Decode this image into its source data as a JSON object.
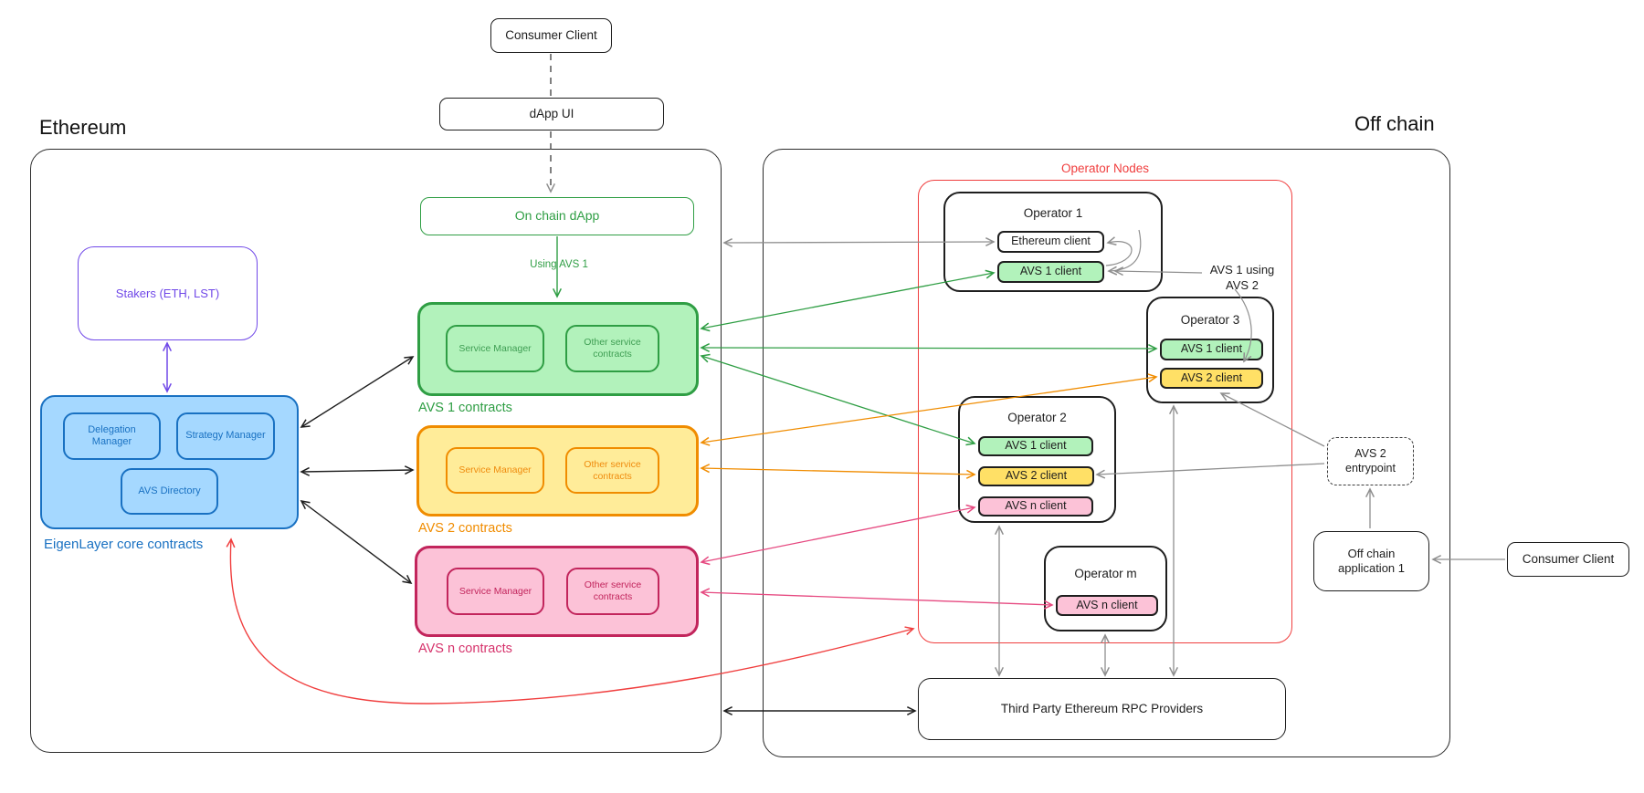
{
  "colors": {
    "green": "#2f9e44",
    "green_fill": "#b2f2bb",
    "orange": "#f08c00",
    "yellow_fill": "#ffec99",
    "yellow_client": "#ffe066",
    "crimson": "#c2255c",
    "pink": "#e64980",
    "pink_fill": "#fcc2d7",
    "blue": "#1971c2",
    "blue_fill": "#a5d8ff",
    "purple": "#7048e8",
    "red": "#f03e3e",
    "gray": "#8f8f8f",
    "black": "#1e1e1e"
  },
  "top": {
    "consumer_client": "Consumer Client",
    "dapp_ui": "dApp UI",
    "on_chain_dapp": "On chain dApp",
    "using_avs1": "Using AVS 1"
  },
  "ethereum": {
    "label": "Ethereum",
    "stakers": "Stakers (ETH, LST)",
    "core": {
      "label": "EigenLayer core contracts",
      "delegation": "Delegation\nManager",
      "strategy": "Strategy Manager",
      "directory": "AVS Directory"
    },
    "avs1": {
      "caption": "AVS 1 contracts",
      "service_manager": "Service Manager",
      "other_contracts": "Other service\ncontracts"
    },
    "avs2": {
      "caption": "AVS 2 contracts",
      "service_manager": "Service Manager",
      "other_contracts": "Other service\ncontracts"
    },
    "avsn": {
      "caption": "AVS n contracts",
      "service_manager": "Service Manager",
      "other_contracts": "Other service\ncontracts"
    }
  },
  "offchain": {
    "label": "Off chain",
    "operator_nodes": "Operator Nodes",
    "operator1": {
      "title": "Operator 1",
      "clients": [
        "Ethereum client",
        "AVS 1 client"
      ]
    },
    "operator3": {
      "title": "Operator 3",
      "clients": [
        "AVS 1 client",
        "AVS 2 client"
      ]
    },
    "operator2": {
      "title": "Operator 2",
      "clients": [
        "AVS 1 client",
        "AVS 2 client",
        "AVS n client"
      ]
    },
    "operator_m": {
      "title": "Operator m",
      "clients": [
        "AVS n client"
      ]
    },
    "avs1_using_avs2": "AVS 1 using\nAVS 2",
    "avs2_entrypoint": "AVS 2\nentrypoint",
    "offchain_app": "Off chain\napplication 1",
    "consumer_client": "Consumer Client",
    "rpc": "Third Party Ethereum RPC Providers"
  }
}
